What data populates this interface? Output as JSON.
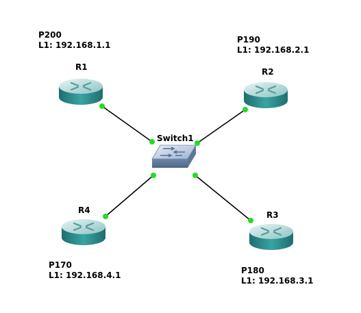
{
  "devices": {
    "r1": {
      "name": "R1",
      "annot_name": "P200",
      "annot_ip": "L1: 192.168.1.1"
    },
    "r2": {
      "name": "R2",
      "annot_name": "P190",
      "annot_ip": "L1: 192.168.2.1"
    },
    "r3": {
      "name": "R3",
      "annot_name": "P180",
      "annot_ip": "L1: 192.168.3.1"
    },
    "r4": {
      "name": "R4",
      "annot_name": "P170",
      "annot_ip": "L1: 192.168.4.1"
    },
    "switch": {
      "name": "Switch1"
    }
  },
  "colors": {
    "router_body": "#2f8f8f",
    "router_top": "#bfe0e0",
    "switch_body": "#8fa6c6",
    "link": "#000000",
    "port_up": "#22dd22"
  }
}
